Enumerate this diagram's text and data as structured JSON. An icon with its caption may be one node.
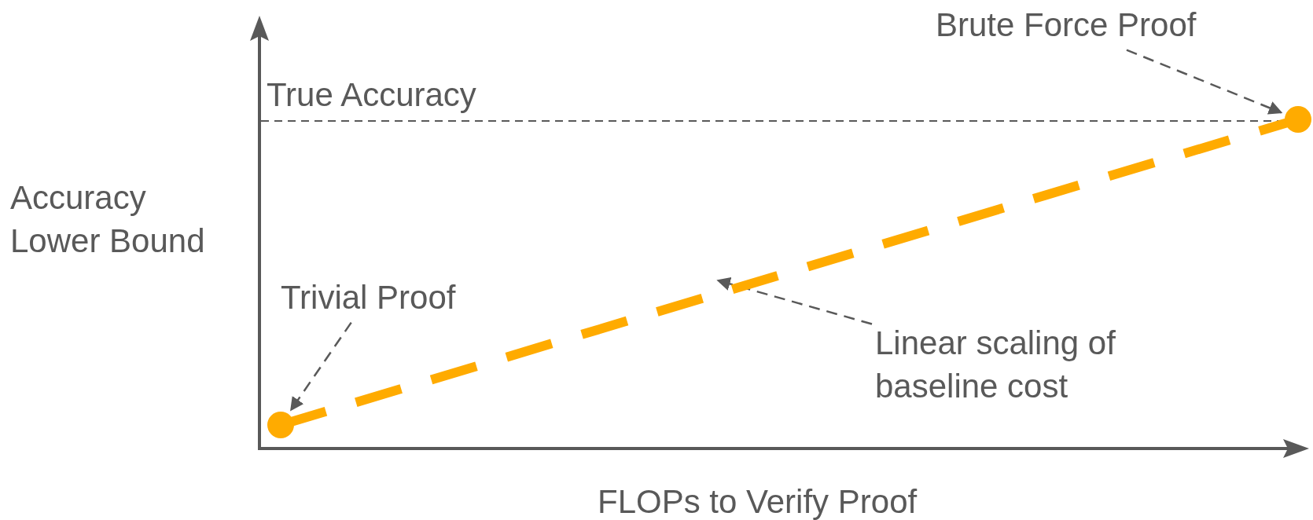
{
  "diagram": {
    "nodes": [
      {
        "text": [
          "Brute Force Proof"
        ]
      },
      {
        "text": [
          "Trivial Proof"
        ]
      },
      {
        "text": [
          "Linear scaling of baseline cost"
        ]
      },
      {
        "text": [],
        "shape": "circle"
      },
      {
        "text": [],
        "shape": "circle"
      }
    ],
    "edges": [
      {
        "from": 0,
        "to": 4,
        "arrow": "to",
        "style": "dashed"
      },
      {
        "from": 1,
        "to": 3,
        "arrow": "to",
        "style": "dashed"
      },
      {
        "from": 2,
        "to": null,
        "arrow": "to",
        "style": "dashed"
      },
      {
        "from": 3,
        "to": 4,
        "arrow": "none",
        "style": "dashed",
        "color": "#ffab00"
      }
    ],
    "labels": [
      "True Accuracy",
      "Accuracy Lower Bound",
      "FLOPs to Verify Proof"
    ]
  }
}
